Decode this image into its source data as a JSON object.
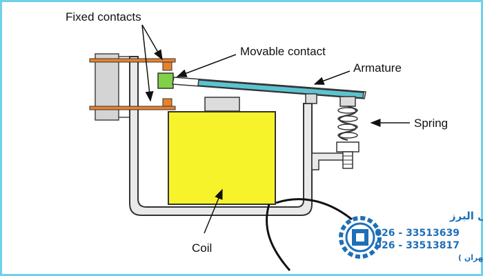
{
  "labels": {
    "fixed_contacts": "Fixed contacts",
    "movable_contact": "Movable contact",
    "armature": "Armature",
    "spring": "Spring",
    "coil": "Coil"
  },
  "watermark": {
    "title": "مجتمع فنی البرز",
    "phone1": "026 - 33513639",
    "phone2": "026 - 33513817",
    "subtitle": "( شعبه فن آموزان تهران )"
  },
  "colors": {
    "frame_border": "#6fd0ea",
    "coil": "#f7f32a",
    "armature": "#5cc3cf",
    "contact_orange": "#e7822c",
    "contact_green": "#7fd14a",
    "logo_blue": "#1e6fb8"
  }
}
